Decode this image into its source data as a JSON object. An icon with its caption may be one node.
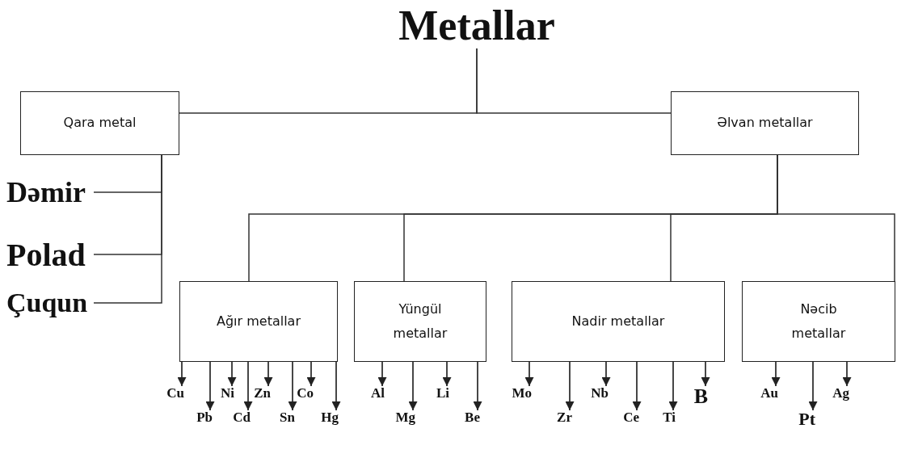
{
  "diagram": {
    "nodes": [
      {
        "text": [
          "Metallar"
        ]
      },
      {
        "text": [
          "Qara metal"
        ]
      },
      {
        "text": [
          "Əlvan metallar"
        ]
      },
      {
        "text": [
          "Dəmir"
        ]
      },
      {
        "text": [
          "Polad"
        ]
      },
      {
        "text": [
          "Çuqun"
        ]
      },
      {
        "text": [
          "Ağır metallar"
        ]
      },
      {
        "text": [
          "Yüngül metallar"
        ]
      },
      {
        "text": [
          "Nadir metallar"
        ]
      },
      {
        "text": [
          "Nəcib metallar"
        ]
      },
      {
        "text": [
          "Cu"
        ]
      },
      {
        "text": [
          "Pb"
        ]
      },
      {
        "text": [
          "Ni"
        ]
      },
      {
        "text": [
          "Cd"
        ]
      },
      {
        "text": [
          "Zn"
        ]
      },
      {
        "text": [
          "Sn"
        ]
      },
      {
        "text": [
          "Co"
        ]
      },
      {
        "text": [
          "Hg"
        ]
      },
      {
        "text": [
          "Al"
        ]
      },
      {
        "text": [
          "Mg"
        ]
      },
      {
        "text": [
          "Li"
        ]
      },
      {
        "text": [
          "Be"
        ]
      },
      {
        "text": [
          "Mo"
        ]
      },
      {
        "text": [
          "Zr"
        ]
      },
      {
        "text": [
          "Nb"
        ]
      },
      {
        "text": [
          "Ce"
        ]
      },
      {
        "text": [
          "Ti"
        ]
      },
      {
        "text": [
          "B"
        ]
      },
      {
        "text": [
          "Au"
        ]
      },
      {
        "text": [
          "Pt"
        ]
      },
      {
        "text": [
          "Ag"
        ]
      }
    ],
    "edges": [
      {
        "from": 0,
        "to": 1,
        "arrow": "none"
      },
      {
        "from": 0,
        "to": 2,
        "arrow": "none"
      },
      {
        "from": 1,
        "to": 3,
        "arrow": "none"
      },
      {
        "from": 1,
        "to": 4,
        "arrow": "none"
      },
      {
        "from": 1,
        "to": 5,
        "arrow": "none"
      },
      {
        "from": 2,
        "to": 6,
        "arrow": "none"
      },
      {
        "from": 2,
        "to": 7,
        "arrow": "none"
      },
      {
        "from": 2,
        "to": 8,
        "arrow": "none"
      },
      {
        "from": 2,
        "to": 9,
        "arrow": "none"
      },
      {
        "from": 6,
        "to": 10,
        "arrow": "to"
      },
      {
        "from": 6,
        "to": 11,
        "arrow": "to"
      },
      {
        "from": 6,
        "to": 12,
        "arrow": "to"
      },
      {
        "from": 6,
        "to": 13,
        "arrow": "to"
      },
      {
        "from": 6,
        "to": 14,
        "arrow": "to"
      },
      {
        "from": 6,
        "to": 15,
        "arrow": "to"
      },
      {
        "from": 6,
        "to": 16,
        "arrow": "to"
      },
      {
        "from": 6,
        "to": 17,
        "arrow": "to"
      },
      {
        "from": 7,
        "to": 18,
        "arrow": "to"
      },
      {
        "from": 7,
        "to": 19,
        "arrow": "to"
      },
      {
        "from": 7,
        "to": 20,
        "arrow": "to"
      },
      {
        "from": 7,
        "to": 21,
        "arrow": "to"
      },
      {
        "from": 8,
        "to": 22,
        "arrow": "to"
      },
      {
        "from": 8,
        "to": 23,
        "arrow": "to"
      },
      {
        "from": 8,
        "to": 24,
        "arrow": "to"
      },
      {
        "from": 8,
        "to": 25,
        "arrow": "to"
      },
      {
        "from": 8,
        "to": 26,
        "arrow": "to"
      },
      {
        "from": 8,
        "to": 27,
        "arrow": "to"
      },
      {
        "from": 9,
        "to": 28,
        "arrow": "to"
      },
      {
        "from": 9,
        "to": 29,
        "arrow": "to"
      },
      {
        "from": 9,
        "to": 30,
        "arrow": "to"
      }
    ]
  }
}
